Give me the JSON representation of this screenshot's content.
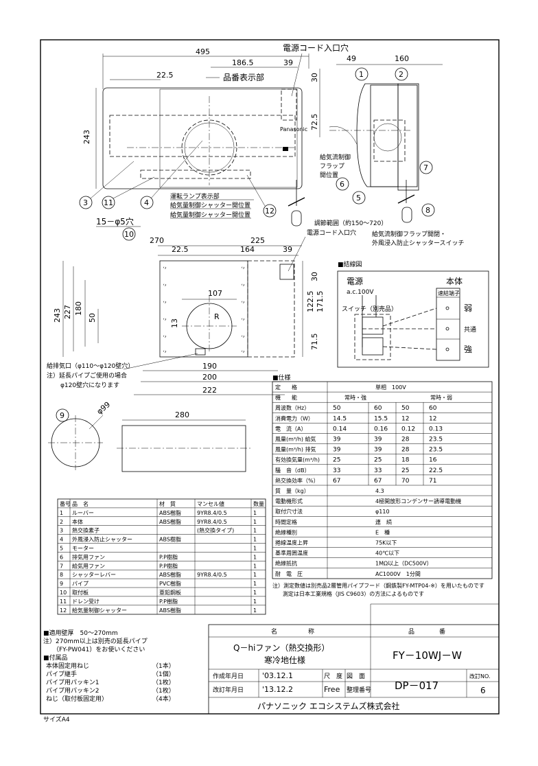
{
  "top_view": {
    "dims": {
      "overall_width": "495",
      "d186": "186.5",
      "d39": "39",
      "d22": "22.5",
      "d30": "30",
      "d72": "72.5",
      "height": "243",
      "d49": "49",
      "d160": "160"
    },
    "labels": {
      "power_cord_entry": "電源コード入口穴",
      "model_display": "品番表示部",
      "run_lamp": "運転ランプ表示部",
      "shutter_pos1": "給気量制御シャッター開位置",
      "shutter_pos2": "給気量制御シャッター開位置",
      "flap_l1": "給気流制御",
      "flap_l2": "フラップ",
      "flap_l3": "開位置",
      "adjust_range": "調節範囲（約150～720）",
      "flap_switch_l1": "給気流制御フラップ開閉・",
      "flap_switch_l2": "外風浸入防止シャッタースイッチ",
      "brand": "Panasonic"
    },
    "callouts": [
      "1",
      "2",
      "3",
      "11",
      "4",
      "12",
      "5",
      "6",
      "7",
      "8"
    ]
  },
  "mount_view": {
    "dims": {
      "holes": "15－φ5穴",
      "d270": "270",
      "d225": "225",
      "d22": "22.5",
      "d164": "164",
      "d39": "39",
      "d107": "107",
      "d243": "243",
      "d227": "227",
      "d180": "180",
      "d50": "50",
      "d13": "13",
      "d30": "30",
      "d122": "122.5",
      "d171": "171.5",
      "d71": "71.5",
      "d190": "190",
      "d200": "200",
      "d222": "222",
      "r": "R"
    },
    "callout": "10",
    "power_cord_entry": "電源コード入口穴",
    "note1": "給排気口（φ110～φ120壁穴）",
    "note2": "注）延長パイプご使用の場合",
    "note3": "φ120壁穴になります"
  },
  "pipe_view": {
    "callout": "9",
    "diameter": "φ99",
    "length": "280"
  },
  "wiring": {
    "title": "■結線図",
    "power": "電源",
    "voltage": "a.c.100V",
    "switch": "スイッチ（別売品）",
    "body": "本体",
    "terminal": "速結端子",
    "weak": "弱",
    "common": "共通",
    "strong": "強"
  },
  "spec": {
    "title": "■仕様",
    "rows": [
      [
        "定　　格",
        "単相　100V",
        "",
        "",
        ""
      ],
      [
        "機　　能",
        "常時・強",
        "",
        "常時・弱",
        ""
      ],
      [
        "周波数（Hz）",
        "50",
        "60",
        "50",
        "60"
      ],
      [
        "消費電力（W）",
        "14.5",
        "15.5",
        "12",
        "12"
      ],
      [
        "電　流（A）",
        "0.14",
        "0.16",
        "0.12",
        "0.13"
      ],
      [
        "風量(m³/h) 給気",
        "39",
        "39",
        "28",
        "23.5"
      ],
      [
        "風量(m³/h) 排気",
        "39",
        "39",
        "28",
        "23.5"
      ],
      [
        "有効換気量(m³/h)",
        "25",
        "25",
        "18",
        "16"
      ],
      [
        "騒　音（dB）",
        "33",
        "33",
        "25",
        "22.5"
      ],
      [
        "熱交換効率（%）",
        "67",
        "67",
        "70",
        "71"
      ],
      [
        "質　量（kg）",
        "4.3",
        "",
        "",
        ""
      ],
      [
        "電動機形式",
        "4極開放形コンデンサー誘導電動機",
        "",
        "",
        ""
      ],
      [
        "取付穴寸法",
        "φ110",
        "",
        "",
        ""
      ],
      [
        "時間定格",
        "連　続",
        "",
        "",
        ""
      ],
      [
        "絶縁種別",
        "E　種",
        "",
        "",
        ""
      ],
      [
        "捲線温度上昇",
        "75K以下",
        "",
        "",
        ""
      ],
      [
        "基準周囲温度",
        "40℃以下",
        "",
        "",
        ""
      ],
      [
        "絶縁抵抗",
        "1MΩ以上（DC500V）",
        "",
        "",
        ""
      ],
      [
        "耐　電　圧",
        "AC1000V　1分間",
        "",
        "",
        ""
      ]
    ],
    "note1": "注）測定数値は別売品2層管用パイプフード（鋼鉄製FY-MTP04-※）を用いたものです",
    "note2": "測定は日本工業規格（JIS C9603）の方法によるものです"
  },
  "parts": {
    "headers": [
      "番号",
      "品　名",
      "材　質",
      "マンセル値",
      "数量"
    ],
    "rows": [
      [
        "1",
        "ルーバー",
        "ABS樹脂",
        "9YR8.4/0.5",
        "1"
      ],
      [
        "2",
        "本体",
        "ABS樹脂",
        "9YR8.4/0.5",
        "1"
      ],
      [
        "3",
        "熱交換素子",
        "",
        "(熱交換タイプ)",
        "1"
      ],
      [
        "4",
        "外風浸入防止シャッター",
        "ABS樹脂",
        "",
        "1"
      ],
      [
        "5",
        "モーター",
        "",
        "",
        "1"
      ],
      [
        "6",
        "排気用ファン",
        "P.P樹脂",
        "",
        "1"
      ],
      [
        "7",
        "給気用ファン",
        "P.P樹脂",
        "",
        "1"
      ],
      [
        "8",
        "シャッターレバー",
        "ABS樹脂",
        "9YR8.4/0.5",
        "1"
      ],
      [
        "9",
        "パイプ",
        "PVC樹脂",
        "",
        "1"
      ],
      [
        "10",
        "取付板",
        "亜鉛鋼板",
        "",
        "1"
      ],
      [
        "11",
        "ドレン受け",
        "P.P樹脂",
        "",
        "1"
      ],
      [
        "12",
        "給気量制御シャッター",
        "ABS樹脂",
        "",
        "1"
      ]
    ]
  },
  "notes": {
    "wall": "■適用壁厚　50～270mm",
    "wall2": "注）270mm以上は別売の延長パイプ",
    "wall3": "（FY-PW041）をお使いください",
    "acc_title": "■付属品",
    "accessories": [
      [
        "本体固定用ねじ",
        "（1本）"
      ],
      [
        "パイプ継手",
        "（1個）"
      ],
      [
        "パイプ用パッキン1",
        "（1枚）"
      ],
      [
        "パイプ用パッキン2",
        "（1枚）"
      ],
      [
        "ねじ（取付板固定用）",
        "（4本）"
      ]
    ],
    "size": "サイズA4"
  },
  "title_block": {
    "name_h": "名　　　　　称",
    "part_h": "品　　　　番",
    "name1": "Q－hiファン（熱交換形）",
    "name2": "寒冷地仕様",
    "part": "FY－10WJ－W",
    "created_l": "作成年月日",
    "created": "'03.12.1",
    "revised_l": "改訂年月日",
    "revised": "'13.12.2",
    "scale_l": "尺　度",
    "scale": "Free",
    "drawing_l": "図　面",
    "ref_l": "整理番号",
    "drawing_no": "DP－017",
    "rev_l": "改訂NO.",
    "rev": "6",
    "company": "パナソニック エコシステムズ株式会社"
  }
}
